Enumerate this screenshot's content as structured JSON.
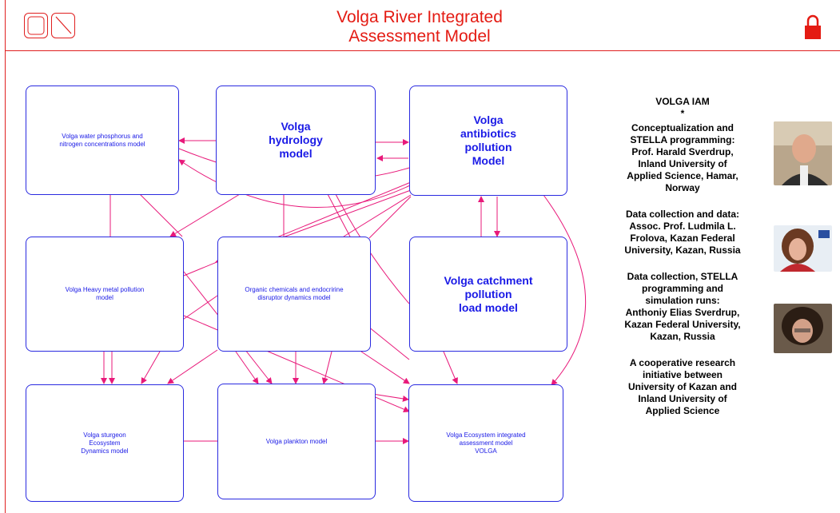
{
  "header": {
    "title_line1": "Volga River Integrated",
    "title_line2": "Assessment Model",
    "icons": [
      "square-button-icon",
      "diagonal-button-icon",
      "lock-icon"
    ]
  },
  "colors": {
    "accent": "#e41b13",
    "arrow": "#e8197a",
    "box_border": "#2a2ae0",
    "box_text": "#1a1ae6"
  },
  "diagram": {
    "boxes": {
      "phosphorus": [
        "Volga water phosphorus and",
        "nitrogen concentrations model"
      ],
      "hydrology": [
        "Volga",
        "hydrology",
        "model"
      ],
      "antibiotics": [
        "Volga",
        "antibiotics",
        "pollution",
        "Model"
      ],
      "heavy_metal": [
        "Volga Heavy metal pollution",
        "model"
      ],
      "organic": [
        "Organic chemicals and endocririne",
        "disruptor dynamics model"
      ],
      "catchment": [
        "Volga catchment",
        "pollution",
        "load model"
      ],
      "sturgeon": [
        "Volga sturgeon",
        "Ecosystem",
        "Dynamics model"
      ],
      "plankton": [
        "Volga plankton model"
      ],
      "ecosystem": [
        "Volga Ecosystem integrated",
        "assessment model",
        "VOLGA"
      ]
    }
  },
  "credits": {
    "heading": "VOLGA IAM\n*",
    "block1": "Conceptualization and\nSTELLA programming:\nProf. Harald Sverdrup,\nInland University of\nApplied Science, Hamar,\nNorway",
    "block2": "Data collection and data:\nAssoc. Prof. Ludmila L.\nFrolova,  Kazan Federal\nUniversity, Kazan, Russia",
    "block3": "Data collection, STELLA\nprogramming and\nsimulation runs:\nAnthoniy Elias Sverdrup,\nKazan Federal University,\nKazan, Russia",
    "block4": "A cooperative research\ninitiative between\nUniversity of Kazan and\nInland University of\nApplied Science"
  }
}
